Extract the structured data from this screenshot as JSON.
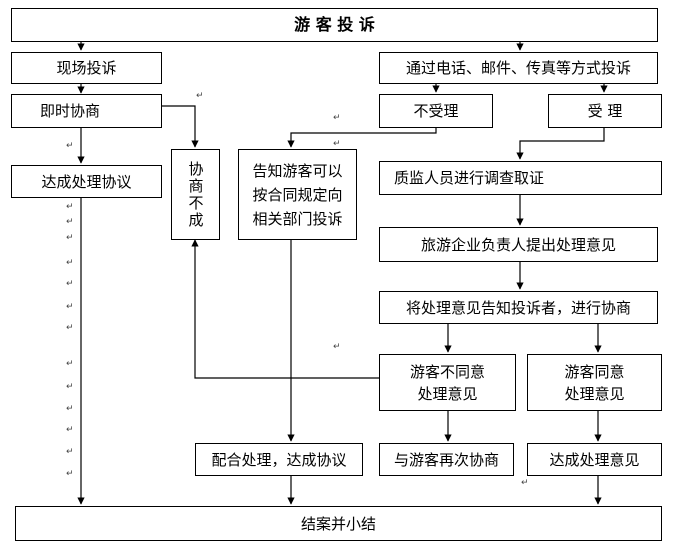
{
  "nodes": {
    "title": "游 客 投 诉",
    "onsite": "现场投诉",
    "remote": "通过电话、邮件、传真等方式投诉",
    "negotiate": "即时协商",
    "reject": "不受理",
    "accept": "受   理",
    "agreement": "达成处理协议",
    "fail": "协商不成",
    "inform": "告知游客可以\n按合同规定向\n相关部门投诉",
    "investigate": "质监人员进行调查取证",
    "opinion": "旅游企业负责人提出处理意见",
    "notify": "将处理意见告知投诉者，进行协商",
    "disagree": "游客不同意\n处理意见",
    "agree": "游客同意\n处理意见",
    "cooperate": "配合处理，达成协议",
    "renegotiate": "与游客再次协商",
    "reach": "达成处理意见",
    "close": "结案并小结"
  },
  "paragraph_mark": "↵"
}
